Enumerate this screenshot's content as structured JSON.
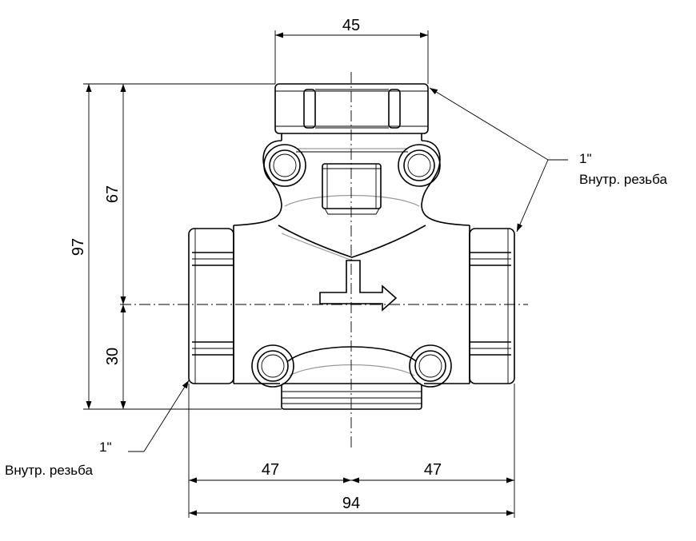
{
  "dimensions": {
    "top_width": "45",
    "total_height": "97",
    "upper_height": "67",
    "lower_height": "30",
    "left_half": "47",
    "right_half": "47",
    "total_width": "94"
  },
  "callouts": {
    "right": {
      "size": "1\"",
      "label": "Внутр. резьба"
    },
    "left": {
      "size": "1\"",
      "label": "Внутр. резьба"
    }
  }
}
